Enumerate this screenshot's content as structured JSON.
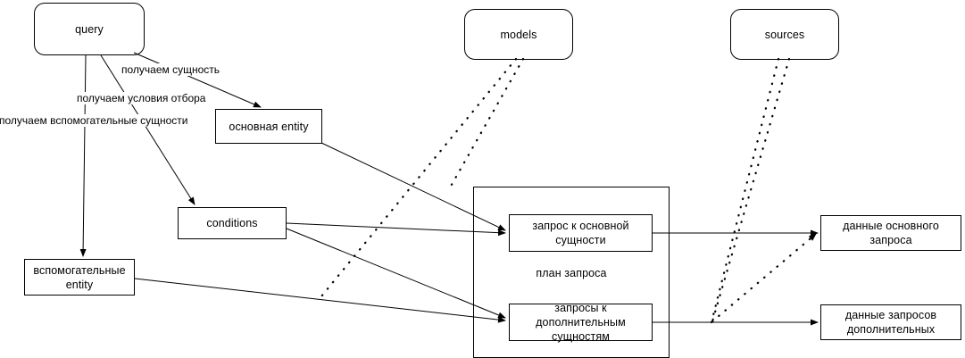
{
  "diagram": {
    "type": "flowchart",
    "nodes": {
      "query": {
        "label": "query"
      },
      "models": {
        "label": "models"
      },
      "sources": {
        "label": "sources"
      },
      "main_entity": {
        "label": "основная entity"
      },
      "conditions": {
        "label": "conditions"
      },
      "aux_entity_line1": {
        "label": "вспомогательные"
      },
      "aux_entity_line2": {
        "label": "entity"
      },
      "query_plan": {
        "label": "план запроса"
      },
      "main_query_line1": {
        "label": "запрос к основной"
      },
      "main_query_line2": {
        "label": "сущности"
      },
      "extra_queries_line1": {
        "label": "запросы к дополнительным"
      },
      "extra_queries_line2": {
        "label": "сущностям"
      },
      "main_data": {
        "label": "данные основного запроса"
      },
      "extra_data_line1": {
        "label": "данные запросов"
      },
      "extra_data_line2": {
        "label": "дополнительных"
      }
    },
    "edge_labels": {
      "get_entity": "получаем  сущность",
      "get_conditions": "получаем  условия отбора",
      "get_aux_entities": "получаем  вспомогательные сущности"
    },
    "colors": {
      "stroke": "#000000",
      "background": "#ffffff",
      "text": "#000000"
    }
  }
}
